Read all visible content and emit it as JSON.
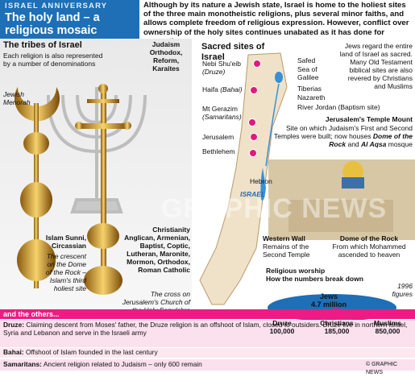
{
  "header": {
    "kicker": "ISRAEL ANNIVERSARY",
    "title": "The holy land –  a religious mosaic",
    "intro": "Although by its nature a Jewish state, Israel is home to the holiest sites of the three main monotheistic religions, plus several minor faiths, and allows complete freedom of religious expression. However, conflict over ownership of the holy sites continues unabated as it has done for generations"
  },
  "tribes": {
    "heading": "The tribes of Israel",
    "text": "Each religion is also represented by a number of denominations",
    "menorah_label": "Jewish Menorah",
    "judaism_label": "Judaism Orthodox, Reform, Karaites",
    "islam_label": "Islam Sunni, Circassian",
    "islam_desc": "The crescent on the Dome of the Rock – Islam's third holiest site",
    "christianity_label": "Christianity Anglican, Armenian, Baptist, Coptic, Lutheran, Maronite, Mormon, Orthodox, Roman Catholic",
    "christianity_desc": "The cross on Jerusalem's Church of the Holy Sepulchre"
  },
  "map": {
    "heading": "Sacred sites of Israel",
    "country_label": "ISRAEL",
    "west_sites": [
      {
        "name": "Nebi Shu'eib",
        "note": "(Druze)"
      },
      {
        "name": "Haifa",
        "note": "(Bahai)"
      },
      {
        "name": "Mt Gerazim",
        "note": "(Samaritans)"
      },
      {
        "name": "Jerusalem",
        "note": ""
      },
      {
        "name": "Bethlehem",
        "note": ""
      }
    ],
    "east_sites": [
      "Safed",
      "Sea of Galilee",
      "Tiberias",
      "Nazareth",
      "River Jordan (Baptism site)"
    ],
    "hebron": "Hebron",
    "jews_note": "Jews regard the entire land of Israel as sacred. Many Old Testament biblical sites are also revered by Christians and Muslims",
    "temple_heading": "Jerusalem's Temple Mount",
    "temple_text_1": "Site on which Judaism's First and Second Temples were built; now houses",
    "temple_em_1": "Dome of the Rock",
    "temple_and": "and",
    "temple_em_2": "Al Aqsa",
    "temple_tail": "mosque",
    "wall_heading": "Western Wall",
    "wall_text": "Remains of the Second Temple",
    "dome_heading": "Dome of the Rock",
    "dome_text": "From which Mohammed ascended to heaven"
  },
  "watermark": "GRAPHIC NEWS",
  "worship": {
    "heading": "Religious worship",
    "subheading": "How the numbers break down",
    "year": "1996 figures",
    "jews_label": "Jews",
    "jews_value": "4.7 million",
    "groups": [
      {
        "name": "Druze",
        "value": "100,000"
      },
      {
        "name": "Christians",
        "value": "185,000"
      },
      {
        "name": "Muslims",
        "value": "850,000"
      }
    ],
    "colors": {
      "jews": "#1e6fb5",
      "druze": "#6b6b6b",
      "christians": "#12a05a",
      "muslims": "#e01a7c"
    }
  },
  "others": {
    "heading": "and the others...",
    "druze_label": "Druze:",
    "druze_text": "Claiming descent from Moses' father, the Druze religion is an offshoot of Islam, closed to outsiders. Druze live in northern Israel, Syria and Lebanon and serve in the Israeli army",
    "bahai_label": "Bahai:",
    "bahai_text": "Offshoot of Islam founded in the last century",
    "samaritans_label": "Samaritans:",
    "samaritans_text": "Ancient religion related to Judaism – only 600 remain",
    "credit": "© GRAPHIC NEWS"
  }
}
